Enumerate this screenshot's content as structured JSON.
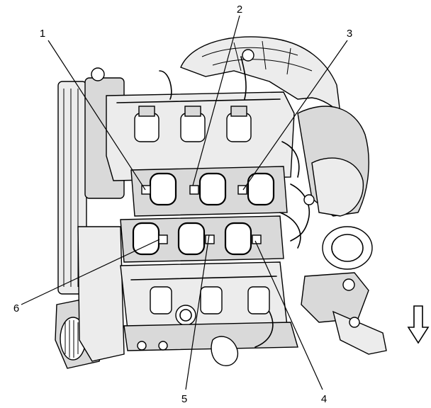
{
  "callouts": [
    {
      "id": "1",
      "label": "1"
    },
    {
      "id": "2",
      "label": "2"
    },
    {
      "id": "3",
      "label": "3"
    },
    {
      "id": "4",
      "label": "4"
    },
    {
      "id": "5",
      "label": "5"
    },
    {
      "id": "6",
      "label": "6"
    }
  ],
  "view_arrow": {
    "direction": "down",
    "icon": "down-arrow-icon"
  }
}
